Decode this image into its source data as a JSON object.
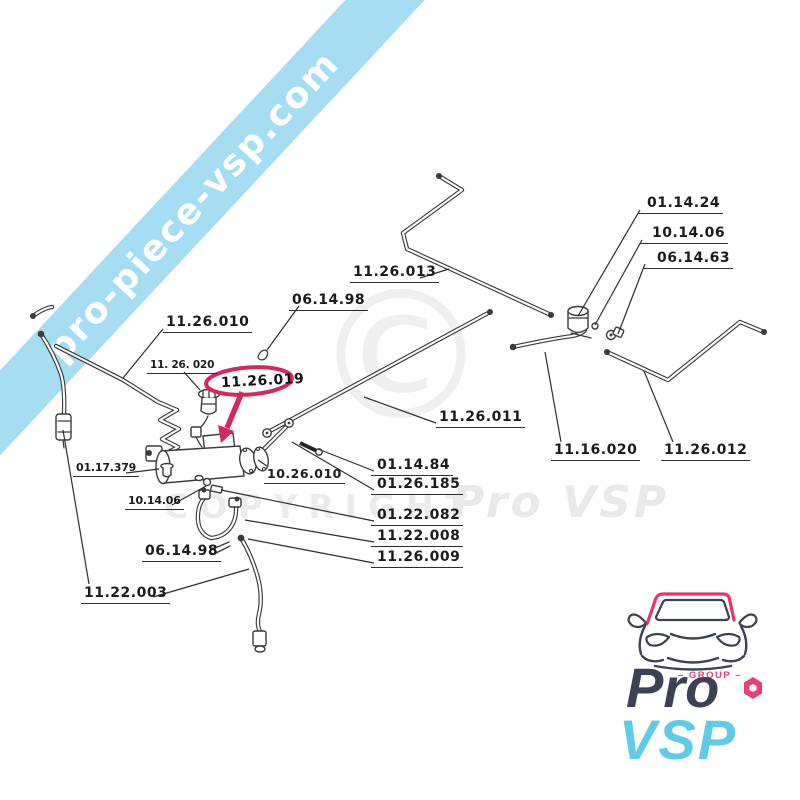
{
  "ribbon": {
    "text": "pro-piece-vsp.com",
    "bg_color": "#a6ddf2",
    "text_color": "#ffffff"
  },
  "watermark": {
    "symbol": "©",
    "text": "COPYRIGHT",
    "logo_text": "Pro VSP"
  },
  "diagram": {
    "highlight": {
      "text": "11.26.019",
      "color": "#d4285f"
    },
    "labels": [
      {
        "text": "11.26.010"
      },
      {
        "text": "11.26.013"
      },
      {
        "text": "06.14.98"
      },
      {
        "text": "01.14.24"
      },
      {
        "text": "10.14.06"
      },
      {
        "text": "06.14.63"
      },
      {
        "text": "11.26.011"
      },
      {
        "text": "11.16.020"
      },
      {
        "text": "11.26.012"
      },
      {
        "text": "01.14.84"
      },
      {
        "text": "01.26.185"
      },
      {
        "text": "10.26.010"
      },
      {
        "text": "01.22.082"
      },
      {
        "text": "11.22.008"
      },
      {
        "text": "11.26.009"
      },
      {
        "text": "11. 26. 020"
      },
      {
        "text": "01.17.379"
      },
      {
        "text": "10.14.06"
      },
      {
        "text": "06.14.98"
      },
      {
        "text": "11.22.003"
      }
    ]
  },
  "logo": {
    "group_label": "– GROUP –",
    "name_top": "Pro",
    "name_bottom": "VSP",
    "dark_color": "#3d4156",
    "blue_color": "#5fcbe6",
    "pink_color": "#e8417a"
  }
}
